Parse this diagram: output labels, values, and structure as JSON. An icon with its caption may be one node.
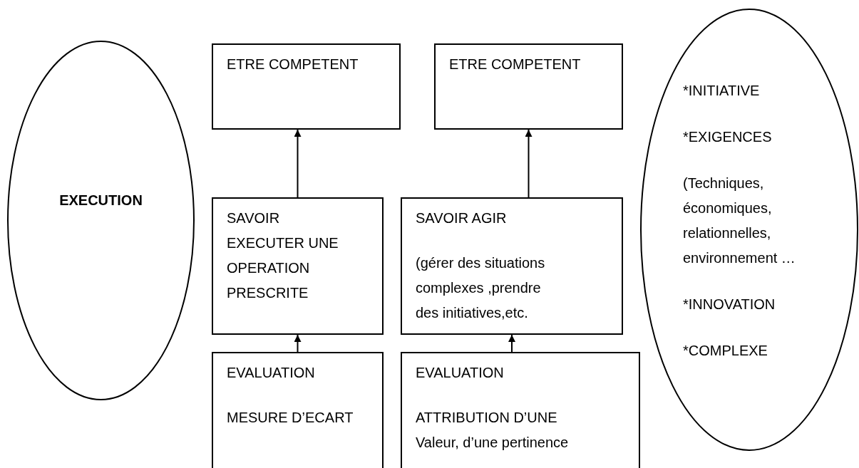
{
  "diagram": {
    "nodes": [
      {
        "text": [
          "EXECUTION"
        ]
      },
      {
        "text": [
          "ETRE COMPETENT"
        ]
      },
      {
        "text": [
          "ETRE COMPETENT"
        ]
      },
      {
        "text": [
          "SAVOIR EXECUTER UNE OPERATION PRESCRITE"
        ]
      },
      {
        "text": [
          "SAVOIR AGIR",
          "(gérer des situations complexes ,prendre des initiatives,etc."
        ]
      },
      {
        "text": [
          "EVALUATION",
          "MESURE D’ECART"
        ]
      },
      {
        "text": [
          "EVALUATION",
          "ATTRIBUTION D’UNE Valeur, d’une pertinence"
        ]
      },
      {
        "text": [
          "*INITIATIVE",
          "*EXIGENCES",
          "(Techniques, économiques, relationnelles, environnement …",
          "*INNOVATION",
          "*COMPLEXE"
        ]
      }
    ],
    "edges": [
      {
        "from": 3,
        "to": 1,
        "arrow": "to"
      },
      {
        "from": 4,
        "to": 2,
        "arrow": "to"
      },
      {
        "from": 5,
        "to": 3,
        "arrow": "to"
      },
      {
        "from": 6,
        "to": 4,
        "arrow": "to"
      }
    ]
  }
}
